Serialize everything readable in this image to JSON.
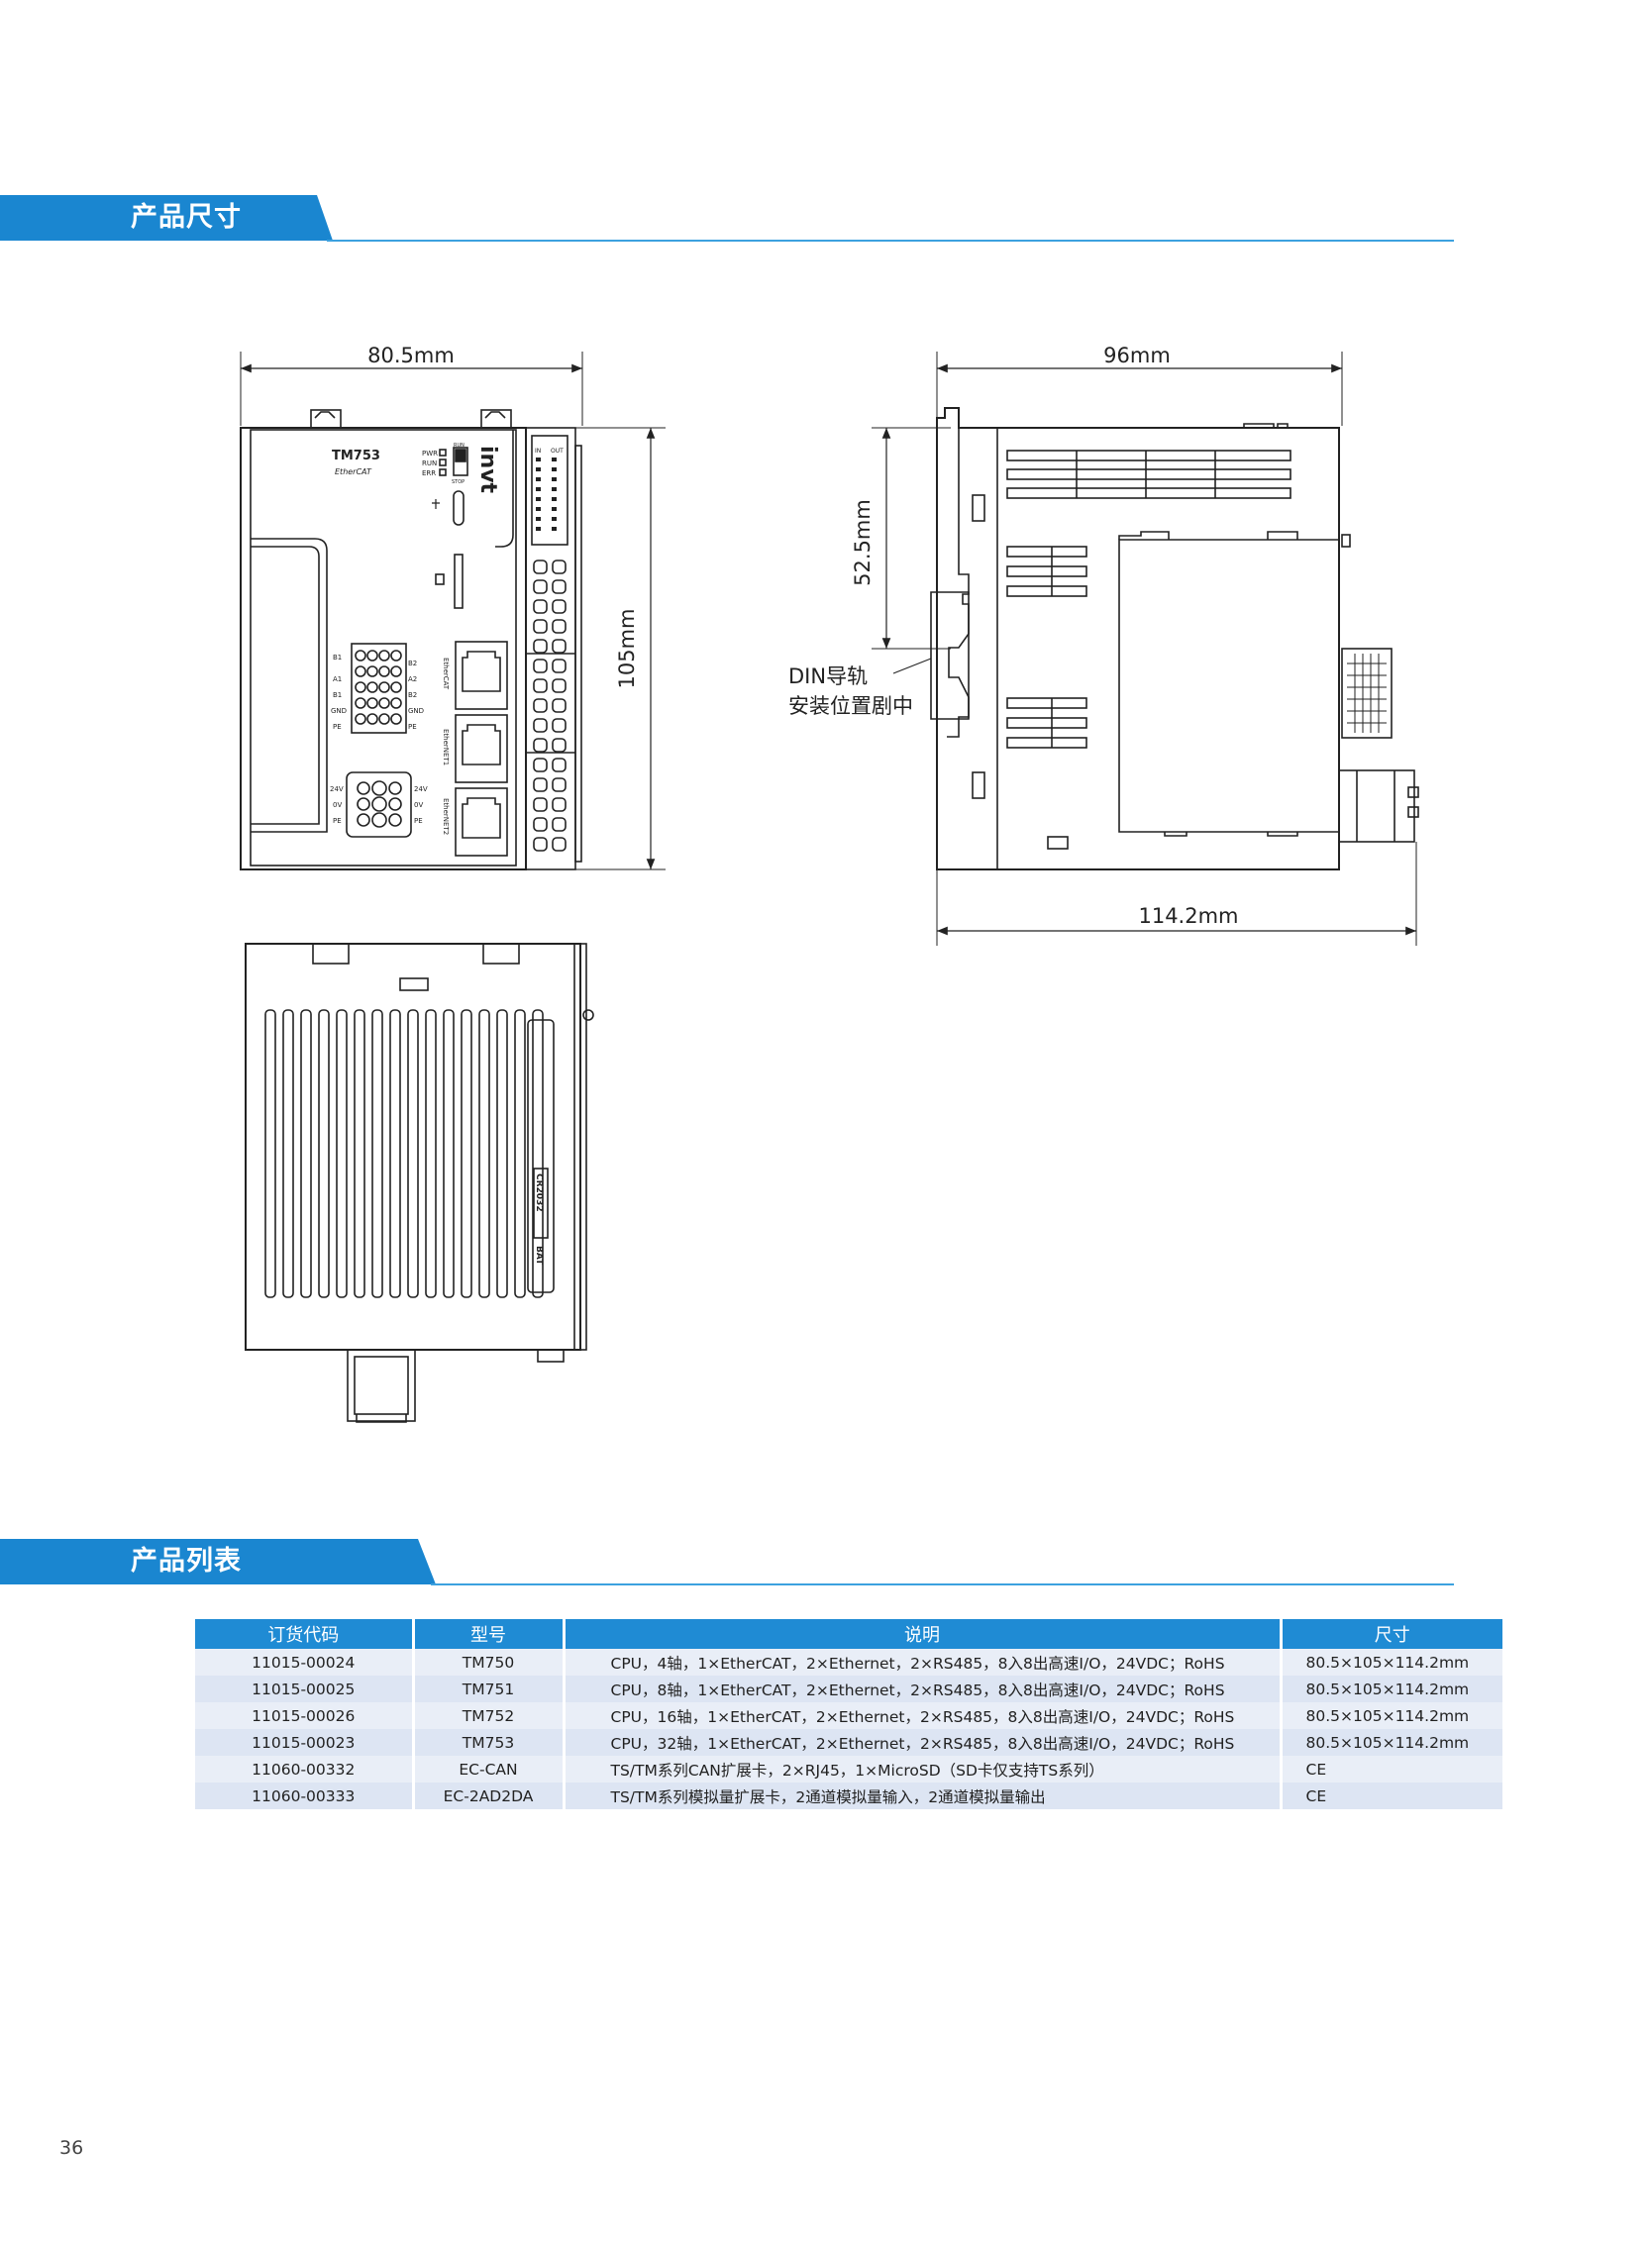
{
  "sections": {
    "dimensions_title": "产品尺寸",
    "list_title": "产品列表"
  },
  "drawings": {
    "front_view": {
      "width_label": "80.5mm",
      "height_label": "105mm",
      "model": "TM753",
      "brand": "EtherCAT",
      "logo": "invt",
      "status_labels": [
        "PWR",
        "RUN",
        "ERR"
      ],
      "switch_labels": [
        "RUN",
        "STOP"
      ],
      "io_header": [
        "IN",
        "OUT"
      ],
      "port_labels": [
        "EtherCAT",
        "EtherNET1",
        "EtherNET2"
      ],
      "terminal_left": [
        "B1",
        "A1",
        "B1",
        "GND",
        "PE"
      ],
      "terminal_right": [
        "B2",
        "A2",
        "B2",
        "GND",
        "PE"
      ],
      "power_left": [
        "24V",
        "0V",
        "PE"
      ],
      "power_right": [
        "24V",
        "0V",
        "PE"
      ]
    },
    "side_view": {
      "width_label": "96mm",
      "depth_label": "114.2mm",
      "rail_offset_label": "52.5mm",
      "note_line1": "DIN导轨",
      "note_line2": "安装位置剧中"
    },
    "top_view": {
      "battery_label": "BAT",
      "battery_model": "CR2032"
    }
  },
  "product_table": {
    "headers": [
      "订货代码",
      "型号",
      "说明",
      "尺寸"
    ],
    "rows": [
      [
        "11015-00024",
        "TM750",
        "CPU，4轴，1×EtherCAT，2×Ethernet，2×RS485，8入8出高速I/O，24VDC；RoHS",
        "80.5×105×114.2mm"
      ],
      [
        "11015-00025",
        "TM751",
        "CPU，8轴，1×EtherCAT，2×Ethernet，2×RS485，8入8出高速I/O，24VDC；RoHS",
        "80.5×105×114.2mm"
      ],
      [
        "11015-00026",
        "TM752",
        "CPU，16轴，1×EtherCAT，2×Ethernet，2×RS485，8入8出高速I/O，24VDC；RoHS",
        "80.5×105×114.2mm"
      ],
      [
        "11015-00023",
        "TM753",
        "CPU，32轴，1×EtherCAT，2×Ethernet，2×RS485，8入8出高速I/O，24VDC；RoHS",
        "80.5×105×114.2mm"
      ],
      [
        "11060-00332",
        "EC-CAN",
        "TS/TM系列CAN扩展卡，2×RJ45，1×MicroSD（SD卡仅支持TS系列）",
        "CE"
      ],
      [
        "11060-00333",
        "EC-2AD2DA",
        "TS/TM系列模拟量扩展卡，2通道模拟量输入，2通道模拟量输出",
        "CE"
      ]
    ]
  },
  "page_number": "36",
  "colors": {
    "accent": "#1f8bd4",
    "band": "#1a86d0",
    "rule": "#3ca1df",
    "row_light": "#e9eef7",
    "row_dark": "#dde5f3"
  }
}
